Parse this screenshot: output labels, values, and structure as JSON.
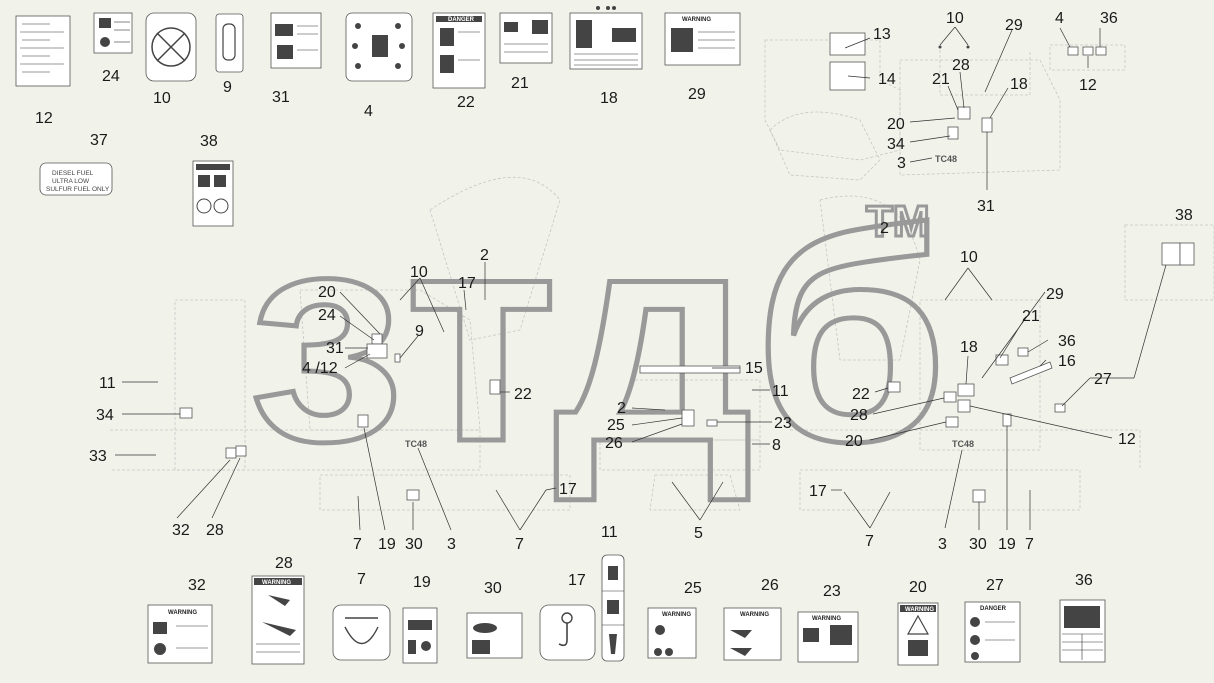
{
  "labels": {
    "n12": "12",
    "n24": "24",
    "n10": "10",
    "n9": "9",
    "n31": "31",
    "n4": "4",
    "n22": "22",
    "n21": "21",
    "n18": "18",
    "n29": "29",
    "n37": "37",
    "n38": "38",
    "n13": "13",
    "n14": "14",
    "n28": "28",
    "n20": "20",
    "n34": "34",
    "n3": "3",
    "n36": "36",
    "n2": "2",
    "n17": "17",
    "n4_12": "4 /12",
    "n11": "11",
    "n33": "33",
    "n32": "32",
    "n7": "7",
    "n19": "19",
    "n30": "30",
    "n15": "15",
    "n25": "25",
    "n26": "26",
    "n23": "23",
    "n8": "8",
    "n5": "5",
    "n16": "16",
    "n27": "27"
  },
  "decals": {
    "fuel_line1": "DIESEL FUEL",
    "fuel_line2": "ULTRA LOW",
    "fuel_line3": "SULFUR FUEL ONLY",
    "warning": "WARNING",
    "danger": "DANGER",
    "model": "TC48",
    "trademark": "TM"
  },
  "watermark_text": "зтдб"
}
